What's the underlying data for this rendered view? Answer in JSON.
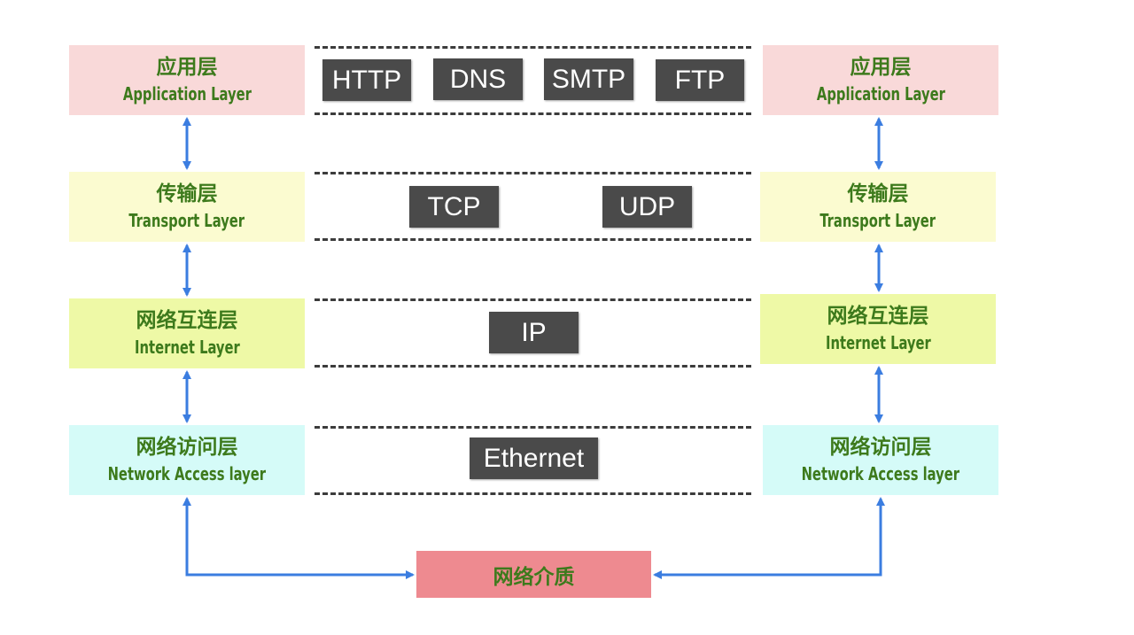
{
  "colors": {
    "application": "#f9d9d9",
    "transport": "#fbfbd0",
    "internet": "#eef9a6",
    "network_access": "#d5fbf8",
    "protocol_bg": "#4a4a4a",
    "medium": "#ee8a90",
    "arrow": "#3b7de0",
    "label_text": "#3d7a1c"
  },
  "left_stack": {
    "application": {
      "cn": "应用层",
      "en": "Application Layer"
    },
    "transport": {
      "cn": "传输层",
      "en": "Transport Layer"
    },
    "internet": {
      "cn": "网络互连层",
      "en": "Internet Layer"
    },
    "network_access": {
      "cn": "网络访问层",
      "en": "Network Access layer"
    }
  },
  "right_stack": {
    "application": {
      "cn": "应用层",
      "en": "Application Layer"
    },
    "transport": {
      "cn": "传输层",
      "en": "Transport Layer"
    },
    "internet": {
      "cn": "网络互连层",
      "en": "Internet Layer"
    },
    "network_access": {
      "cn": "网络访问层",
      "en": "Network Access layer"
    }
  },
  "protocols": {
    "application": [
      "HTTP",
      "DNS",
      "SMTP",
      "FTP"
    ],
    "transport": [
      "TCP",
      "UDP"
    ],
    "internet": [
      "IP"
    ],
    "network_access": [
      "Ethernet"
    ]
  },
  "medium": {
    "label": "网络介质"
  }
}
